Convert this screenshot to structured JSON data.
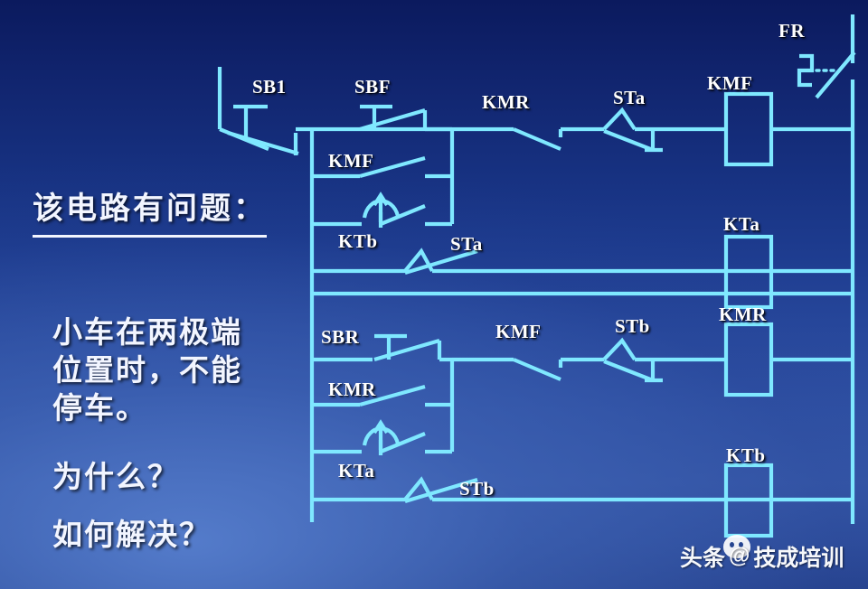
{
  "slide": {
    "title_question": "该电路有问题：",
    "body_text": "小车在两极端\n位置时，不能\n停车。",
    "why_text": "为什么？",
    "how_text": "如何解决？",
    "watermark_prefix": "头条",
    "watermark_at": "@",
    "watermark_account": "技成培训",
    "bg_top_color": "#0b1a5e",
    "bg_bottom_color": "#3455a6",
    "wire_color": "#7fe8ff",
    "label_color": "#ffffff"
  },
  "diagram": {
    "type": "ladder-control-circuit",
    "labels": {
      "sb1": "SB1",
      "sbf": "SBF",
      "kmf_seal": "KMF",
      "ktb_contact": "KTb",
      "sta_lower": "STa",
      "kmr_nc": "KMR",
      "sta_nc": "STa",
      "kmf_coil": "KMF",
      "fr": "FR",
      "kta_coil": "KTa",
      "sbr": "SBR",
      "kmr_seal": "KMR",
      "kta_contact": "KTa",
      "stb_lower": "STb",
      "kmf_nc": "KMF",
      "stb_nc": "STb",
      "kmr_coil": "KMR",
      "ktb_coil": "KTb"
    },
    "rungs": [
      {
        "name": "rung-kmf",
        "coil": "KMF",
        "series": [
          "SB1",
          "SBF",
          "KMR",
          "STa"
        ],
        "seal": [
          "KMF",
          "KTb+STa"
        ]
      },
      {
        "name": "rung-kta",
        "coil": "KTa",
        "series": [],
        "seal": []
      },
      {
        "name": "rung-kmr",
        "coil": "KMR",
        "series": [
          "SBR",
          "KMF",
          "STb"
        ],
        "seal": [
          "KMR",
          "KTa+STb"
        ]
      },
      {
        "name": "rung-ktb",
        "coil": "KTb",
        "series": [],
        "seal": []
      }
    ],
    "protection": {
      "device": "FR",
      "type": "thermal-overload-nc-contact"
    }
  }
}
